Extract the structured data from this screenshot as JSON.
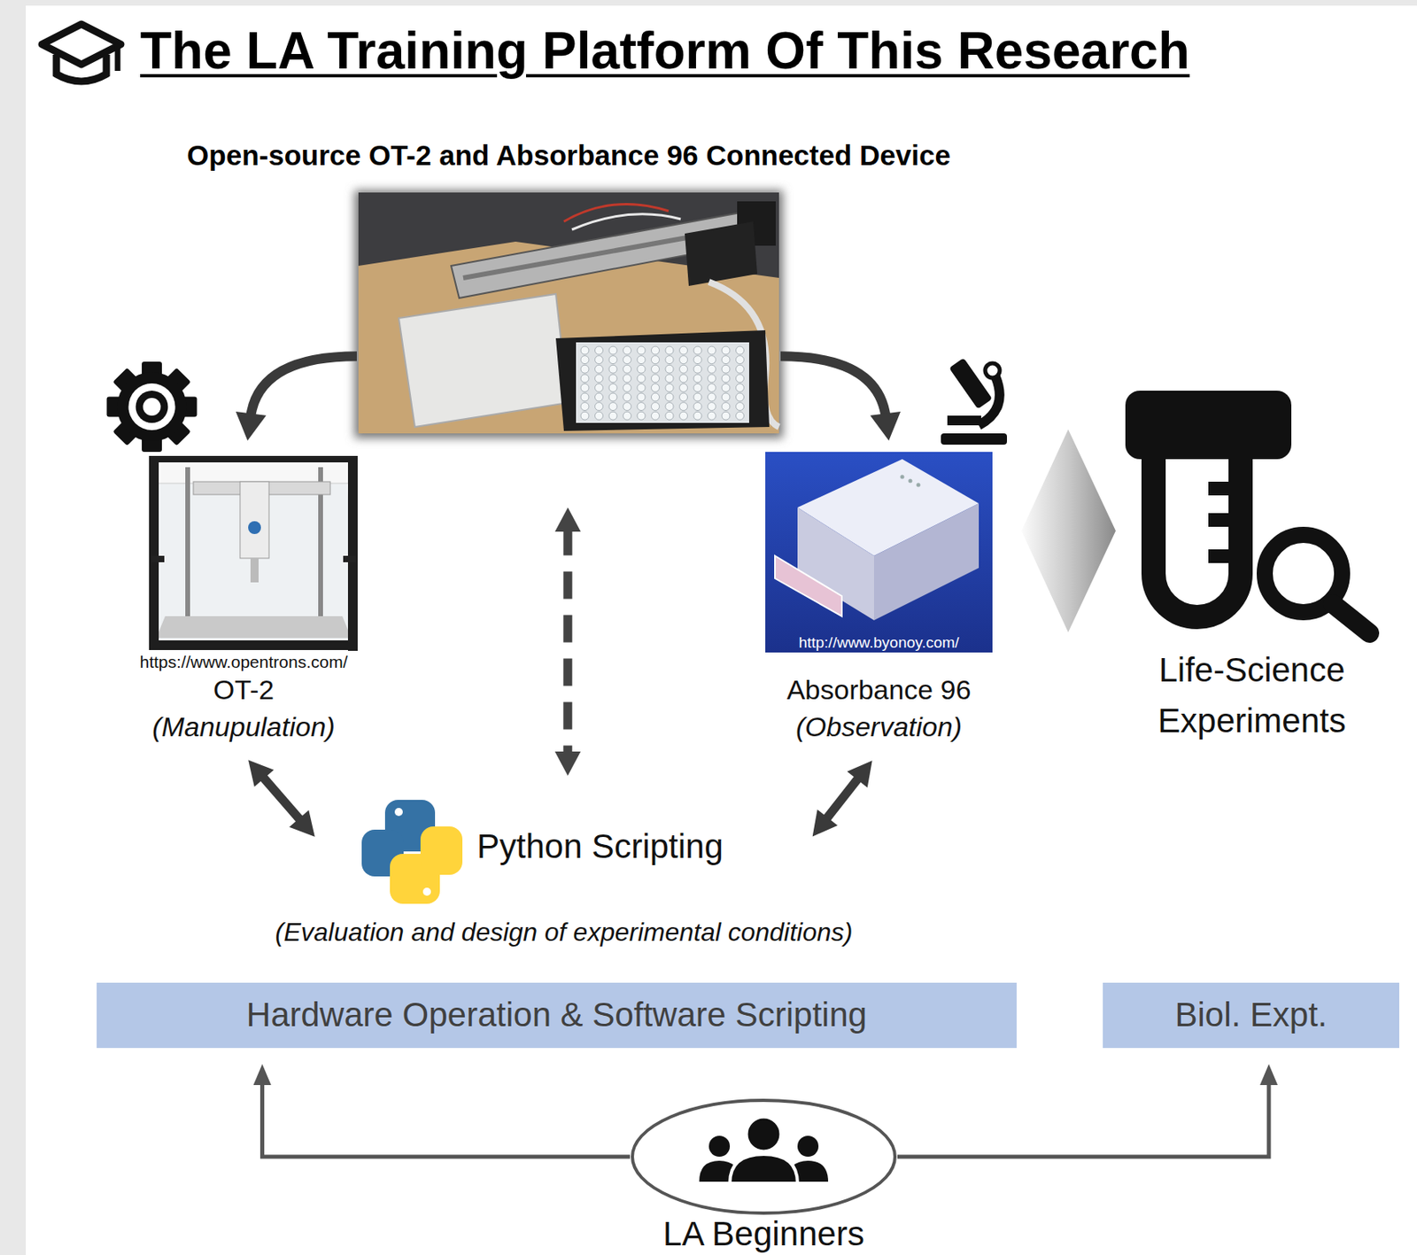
{
  "diagram": {
    "title": "The LA Training Platform Of This Research",
    "nodes": [
      {
        "text": [
          "Open-source OT-2 and Absorbance 96 Connected Device"
        ]
      },
      {
        "text": [
          "https://www.opentrons.com/",
          "OT-2",
          "(Manupulation)"
        ]
      },
      {
        "text": [
          "http://www.byonoy.com/",
          "Absorbance 96",
          "(Observation)"
        ]
      },
      {
        "text": [
          "Life-Science Experiments"
        ]
      },
      {
        "text": [
          "Python Scripting",
          "(Evaluation and design of experimental conditions)"
        ]
      },
      {
        "text": [
          "Hardware Operation & Software Scripting"
        ]
      },
      {
        "text": [
          "Biol. Expt."
        ]
      },
      {
        "text": [
          "LA Beginners"
        ]
      }
    ],
    "edges": [
      {
        "from": 0,
        "to": 1,
        "arrow": "to"
      },
      {
        "from": 0,
        "to": 2,
        "arrow": "to"
      },
      {
        "from": 0,
        "to": 4,
        "arrow": "both"
      },
      {
        "from": 1,
        "to": 4,
        "arrow": "both"
      },
      {
        "from": 2,
        "to": 4,
        "arrow": "both"
      },
      {
        "from": 7,
        "to": 5,
        "arrow": "to"
      },
      {
        "from": 7,
        "to": 6,
        "arrow": "to"
      }
    ]
  }
}
